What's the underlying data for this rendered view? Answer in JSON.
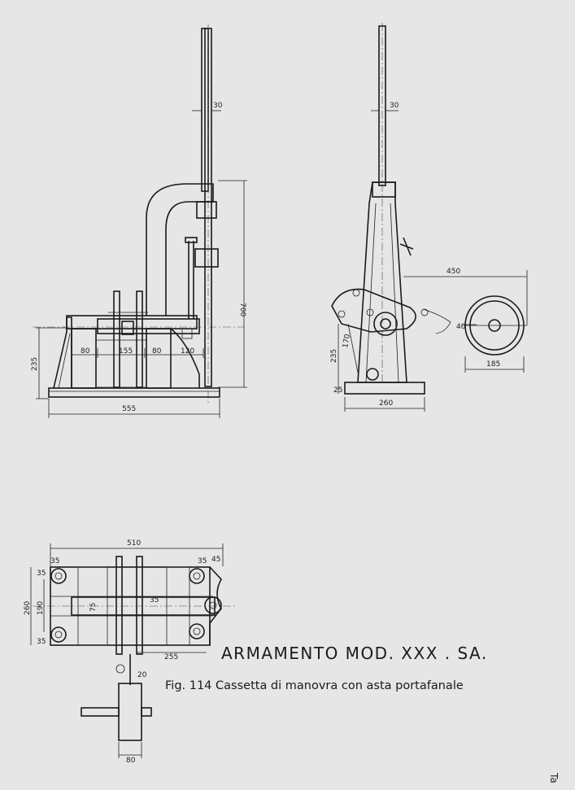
{
  "drawing": {
    "title": "ARMAMENTO MOD. XXX . SA.",
    "figure_label": "Fig. 114",
    "figure_caption": "Cassetta di manovra con asta portafanale",
    "corner_mark": "Ta"
  },
  "front_view": {
    "dims": [
      "30",
      "700",
      "235",
      "80",
      "155",
      "80",
      "120",
      "555"
    ]
  },
  "side_view": {
    "dims": [
      "30",
      "450",
      "40",
      "170",
      "235",
      "25",
      "260",
      "185"
    ]
  },
  "plan_view": {
    "dims": [
      "510",
      "35",
      "35",
      "45",
      "35",
      "260",
      "190",
      "75",
      "35",
      "35",
      "255",
      "20",
      "80"
    ]
  }
}
